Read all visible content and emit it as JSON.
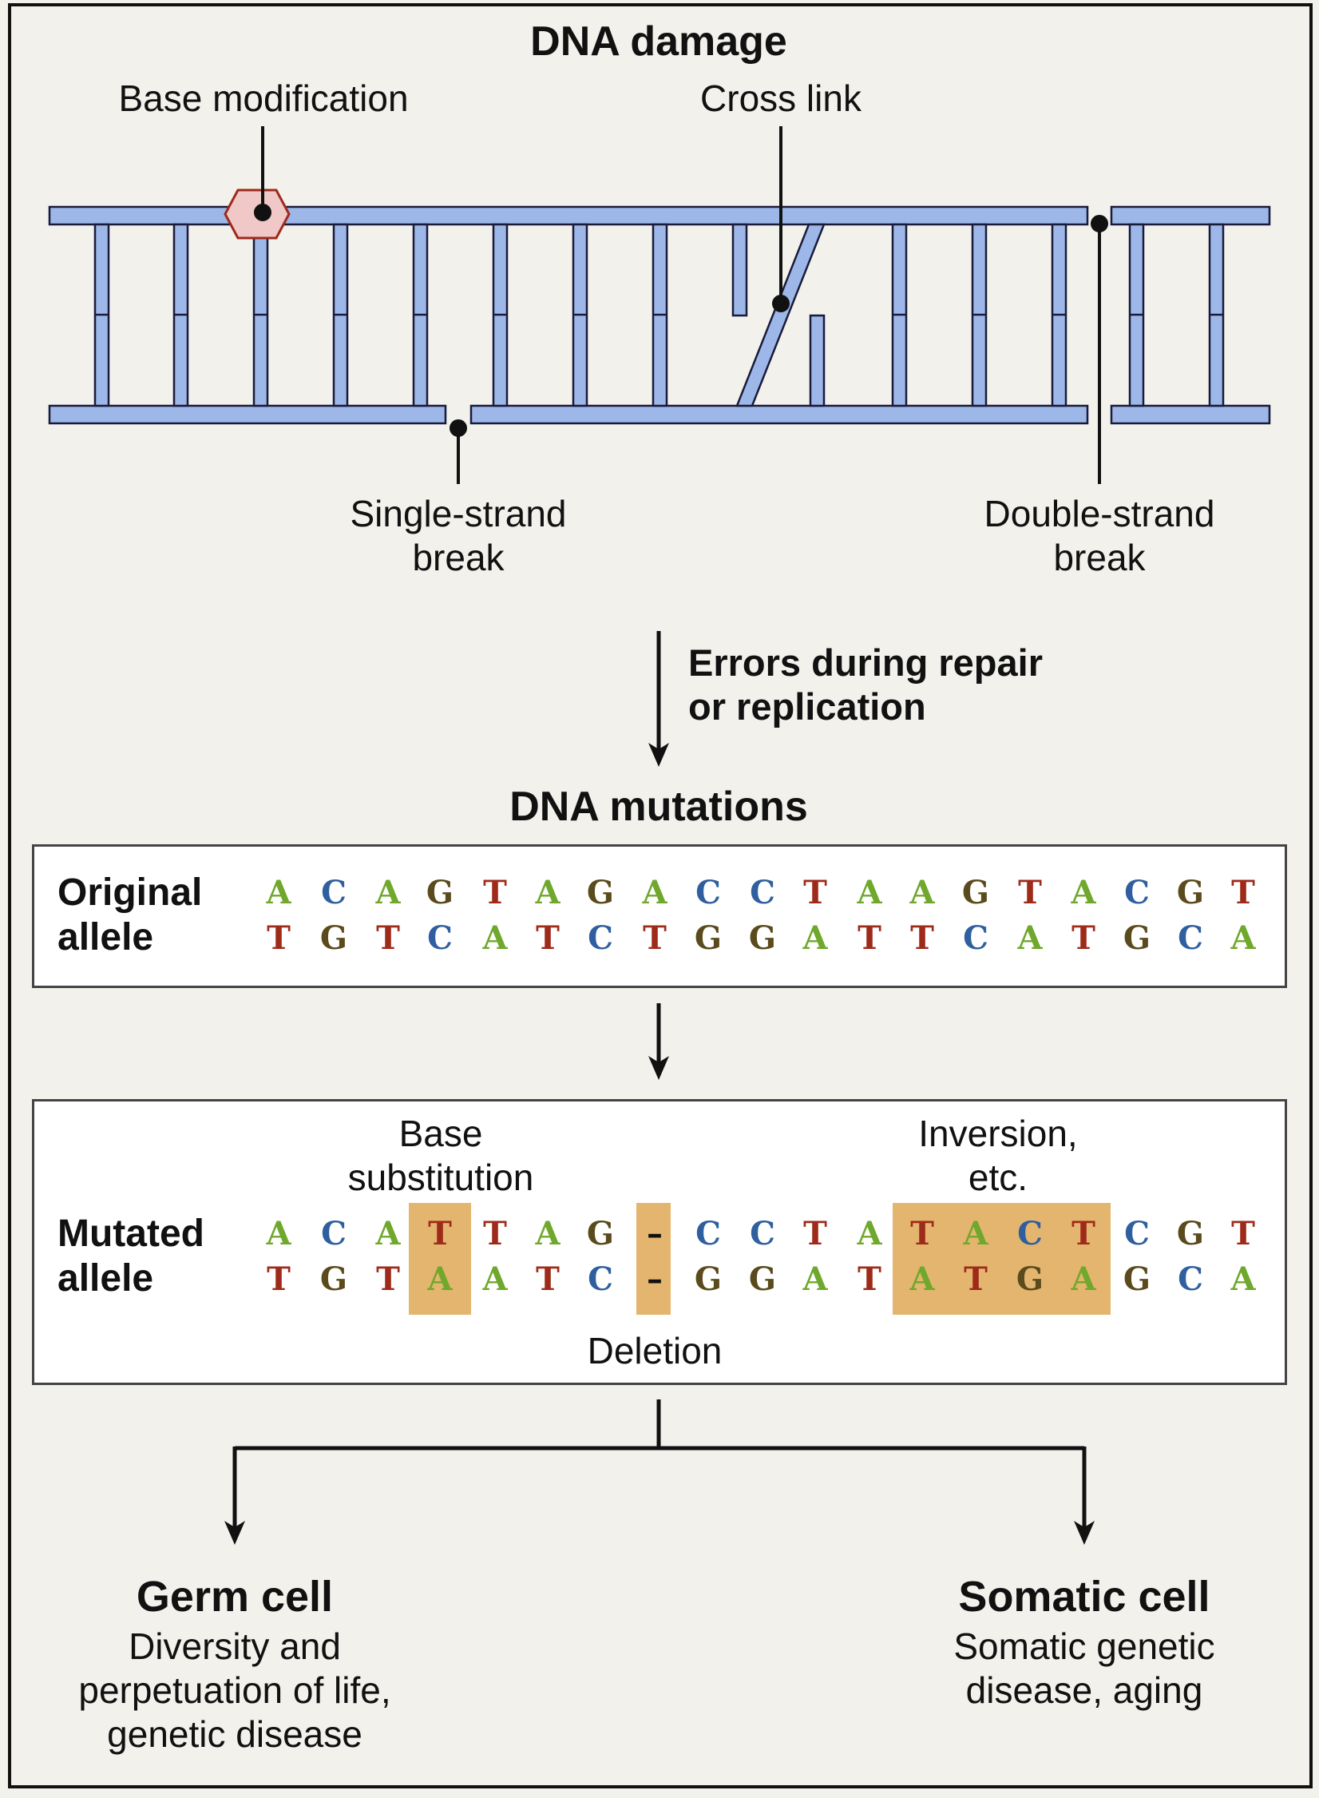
{
  "titles": {
    "dna_damage": "DNA damage",
    "dna_mutations": "DNA mutations"
  },
  "damage_labels": {
    "base_modification": "Base modification",
    "cross_link": "Cross link",
    "single_strand_break": "Single-strand\nbreak",
    "double_strand_break": "Double-strand\nbreak"
  },
  "process_label": "Errors during repair\nor replication",
  "original": {
    "label": "Original\nallele",
    "top": [
      "A",
      "C",
      "A",
      "G",
      "T",
      "A",
      "G",
      "A",
      "C",
      "C",
      "T",
      "A",
      "A",
      "G",
      "T",
      "A",
      "C",
      "G",
      "T"
    ],
    "bottom": [
      "T",
      "G",
      "T",
      "C",
      "A",
      "T",
      "C",
      "T",
      "G",
      "G",
      "A",
      "T",
      "T",
      "C",
      "A",
      "T",
      "G",
      "C",
      "A"
    ]
  },
  "mutated": {
    "label": "Mutated\nallele",
    "top": [
      "A",
      "C",
      "A",
      "T",
      "T",
      "A",
      "G",
      "–",
      "C",
      "C",
      "T",
      "A",
      "T",
      "A",
      "C",
      "T",
      "C",
      "G",
      "T"
    ],
    "bottom": [
      "T",
      "G",
      "T",
      "A",
      "A",
      "T",
      "C",
      "–",
      "G",
      "G",
      "A",
      "T",
      "A",
      "T",
      "G",
      "A",
      "G",
      "C",
      "A"
    ],
    "annotations": {
      "base_substitution": "Base\nsubstitution",
      "inversion": "Inversion,\netc.",
      "deletion": "Deletion"
    }
  },
  "outcomes": {
    "germ": {
      "title": "Germ cell",
      "text": "Diversity and\nperpetuation of life,\ngenetic disease"
    },
    "somatic": {
      "title": "Somatic cell",
      "text": "Somatic genetic\ndisease, aging"
    }
  },
  "colors": {
    "strand": "#9db8e8",
    "strand_outline": "#1a1a3a",
    "highlight": "#e3b56f",
    "base_A": "#6fa82c",
    "base_C": "#2f5f9e",
    "base_G": "#5a4a1c",
    "base_T": "#9e2a1a",
    "modification_fill": "#f0c8c8",
    "modification_outline": "#9e2a1a"
  }
}
